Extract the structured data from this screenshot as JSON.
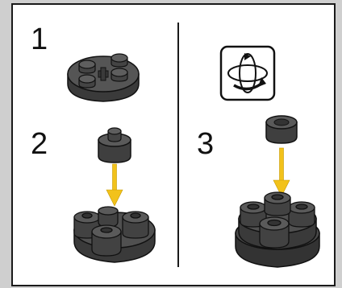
{
  "steps": [
    {
      "number": "1"
    },
    {
      "number": "2"
    },
    {
      "number": "3"
    }
  ],
  "icons": {
    "rotate": "rotate-model-icon",
    "arrow": "yellow-down-arrow"
  },
  "colors": {
    "brick": "#4a4a4a",
    "brick_dark": "#2e2e2e",
    "brick_top": "#5a5a5a",
    "arrow": "#f2c21b",
    "outline": "#111111",
    "background": "#cfcfcf",
    "panel": "#ffffff"
  }
}
